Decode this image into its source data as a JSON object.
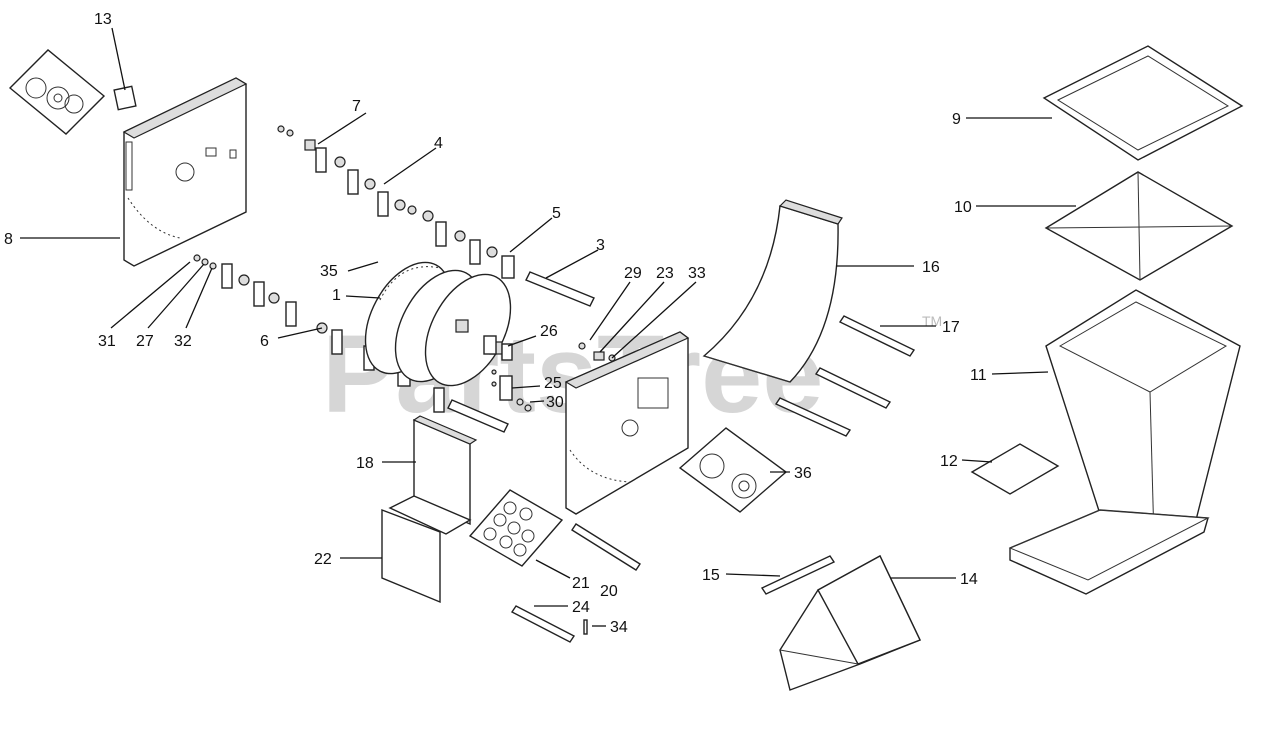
{
  "watermark": {
    "text": "PartsTree",
    "trademark": "TM"
  },
  "callouts": {
    "c1": "1",
    "c3": "3",
    "c4": "4",
    "c5": "5",
    "c6": "6",
    "c7": "7",
    "c8": "8",
    "c9": "9",
    "c10": "10",
    "c11": "11",
    "c12": "12",
    "c13": "13",
    "c14": "14",
    "c15": "15",
    "c16": "16",
    "c17": "17",
    "c18": "18",
    "c20": "20",
    "c21": "21",
    "c22": "22",
    "c23": "23",
    "c24": "24",
    "c25": "25",
    "c26": "26",
    "c27": "27",
    "c29": "29",
    "c30": "30",
    "c31": "31",
    "c32": "32",
    "c33": "33",
    "c34": "34",
    "c35": "35",
    "c36": "36"
  }
}
